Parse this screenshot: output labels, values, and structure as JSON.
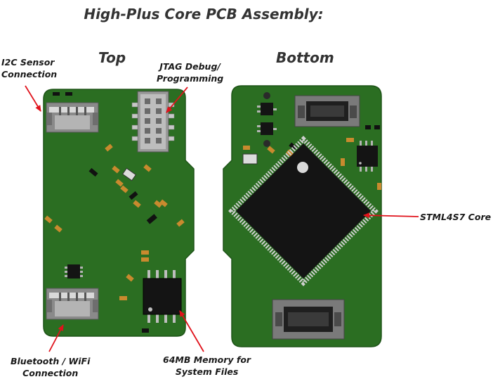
{
  "title": "High-Plus Core PCB Assembly:",
  "headings": {
    "top": "Top",
    "bottom": "Bottom"
  },
  "callouts": {
    "i2c": [
      "I2C Sensor",
      "Connection"
    ],
    "jtag": [
      "JTAG Debug/",
      "Programming"
    ],
    "stm": [
      "STML4S7 Core"
    ],
    "bt": [
      "Bluetooth / WiFi",
      "Connection"
    ],
    "mem": [
      "64MB Memory for",
      "System Files"
    ]
  },
  "colors": {
    "pcb": "#2b6e22",
    "pcb_edge": "#1e5418",
    "chip": "#141414",
    "arrow": "#e0121b",
    "connector": "#8a8a8a",
    "smd": "#c98a2e"
  }
}
